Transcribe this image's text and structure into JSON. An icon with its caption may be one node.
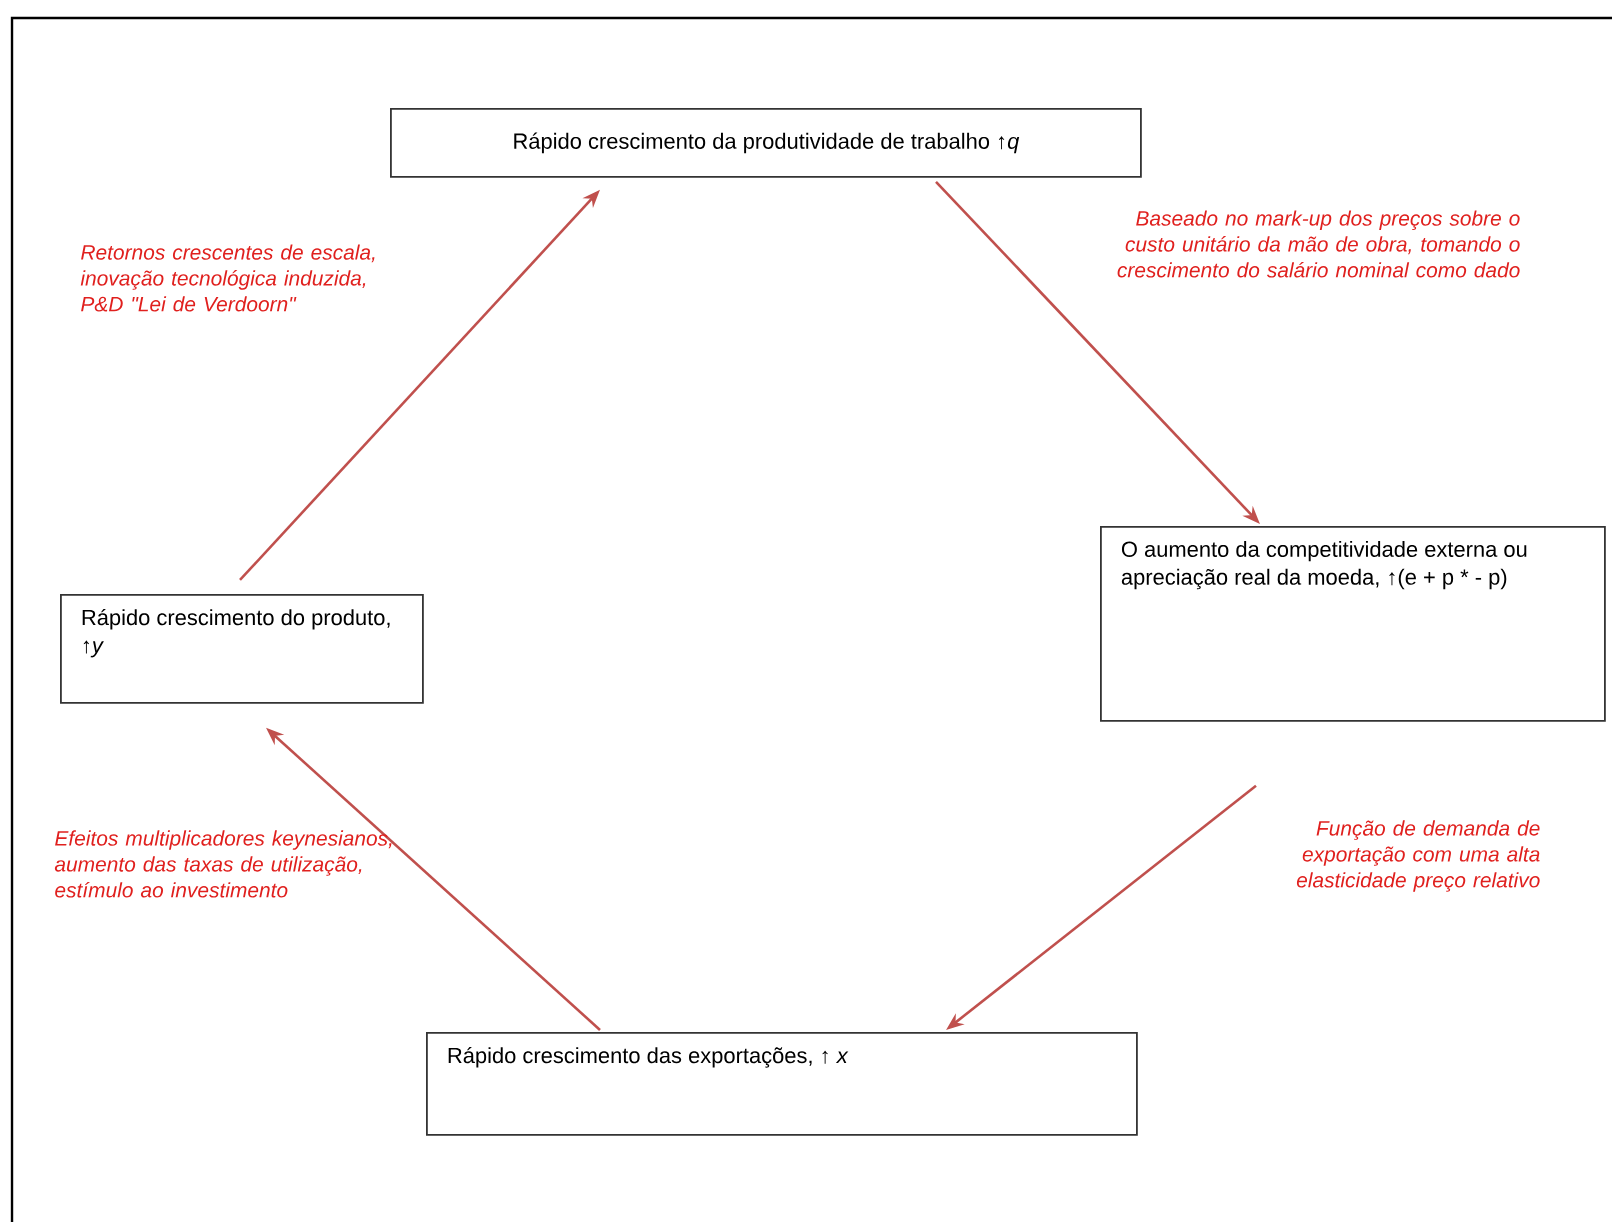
{
  "diagram": {
    "nodes": [
      {
        "text": [
          "Rápido crescimento da produtividade de trabalho ↑*q*"
        ]
      },
      {
        "text": [
          "O aumento da competitividade externa ou apreciação real da moeda, ↑(e + p * - p)"
        ]
      },
      {
        "text": [
          "Rápido crescimento do produto, ↑*y*"
        ]
      },
      {
        "text": [
          "Rápido crescimento das exportações, ↑ *x*"
        ]
      }
    ],
    "edges": [
      {
        "from": 0,
        "to": 1,
        "arrow": "to",
        "label": "Baseado no mark-up dos preços sobre o custo unitário da mão de obra, tomando o crescimento do salário nominal como dado"
      },
      {
        "from": 1,
        "to": 3,
        "arrow": "to",
        "label": "Função de demanda de exportação com uma alta elasticidade preço relativo"
      },
      {
        "from": 3,
        "to": 2,
        "arrow": "to",
        "label": "Efeitos multiplicadores keynesianos, aumento das taxas de utilização, estímulo ao investimento"
      },
      {
        "from": 2,
        "to": 0,
        "arrow": "to",
        "label": "Retornos crescentes de escala, inovação tecnológica induzida, P&D \"Lei de Verdoorn\""
      }
    ]
  }
}
